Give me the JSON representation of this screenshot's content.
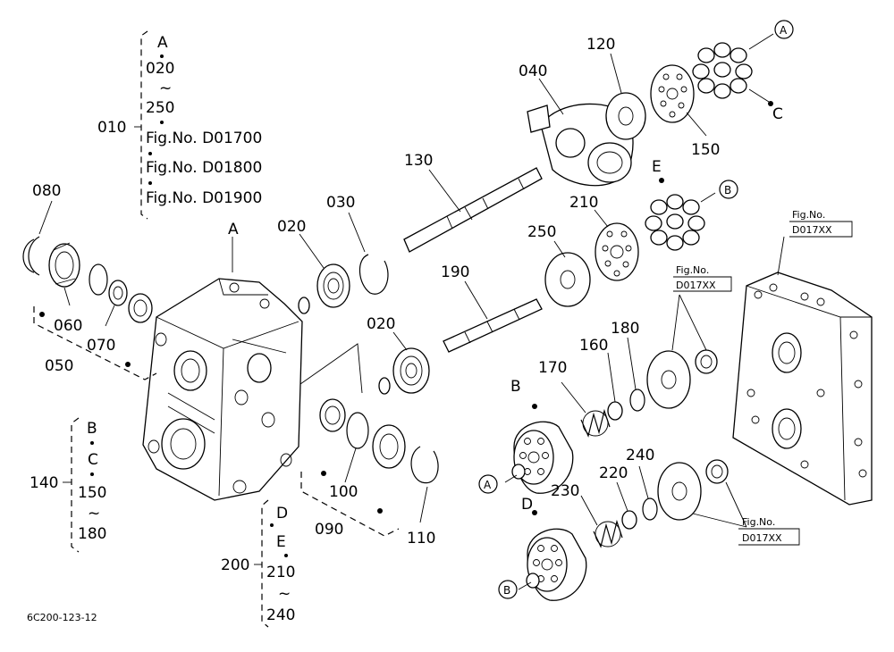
{
  "diagram_code": "6C200-123-12",
  "callouts": {
    "c010": "010",
    "c020a": "020",
    "c020b": "020",
    "c030": "030",
    "c040": "040",
    "c050": "050",
    "c060": "060",
    "c070": "070",
    "c080": "080",
    "c090": "090",
    "c100": "100",
    "c110": "110",
    "c120": "120",
    "c130": "130",
    "c140": "140",
    "c150": "150",
    "c160": "160",
    "c170": "170",
    "c180": "180",
    "c190": "190",
    "c200": "200",
    "c210": "210",
    "c220": "220",
    "c230": "230",
    "c240": "240",
    "c250": "250"
  },
  "group_010": {
    "items": [
      "A",
      "020",
      "~",
      "250",
      "Fig.No.  D01700",
      "Fig.No.  D01800",
      "Fig.No.  D01900"
    ]
  },
  "group_140": {
    "items": [
      "B",
      "C",
      "150",
      "~",
      "180"
    ]
  },
  "group_200": {
    "items": [
      "D",
      "E",
      "210",
      "~",
      "240"
    ]
  },
  "letters": {
    "a_housing": "A",
    "a_circle_top": "A",
    "a_circle_lower": "A",
    "b_circle_top": "B",
    "b_circle_lower": "B",
    "b_label": "B",
    "c_label": "C",
    "d_label": "D",
    "e_label": "E"
  },
  "fig_refs": {
    "right_line1": "Fig.No.",
    "right_line2": "D017XX",
    "mid_line1": "Fig.No.",
    "mid_line2": "D017XX",
    "low_line1": "Fig.No.",
    "low_line2": "D017XX"
  }
}
